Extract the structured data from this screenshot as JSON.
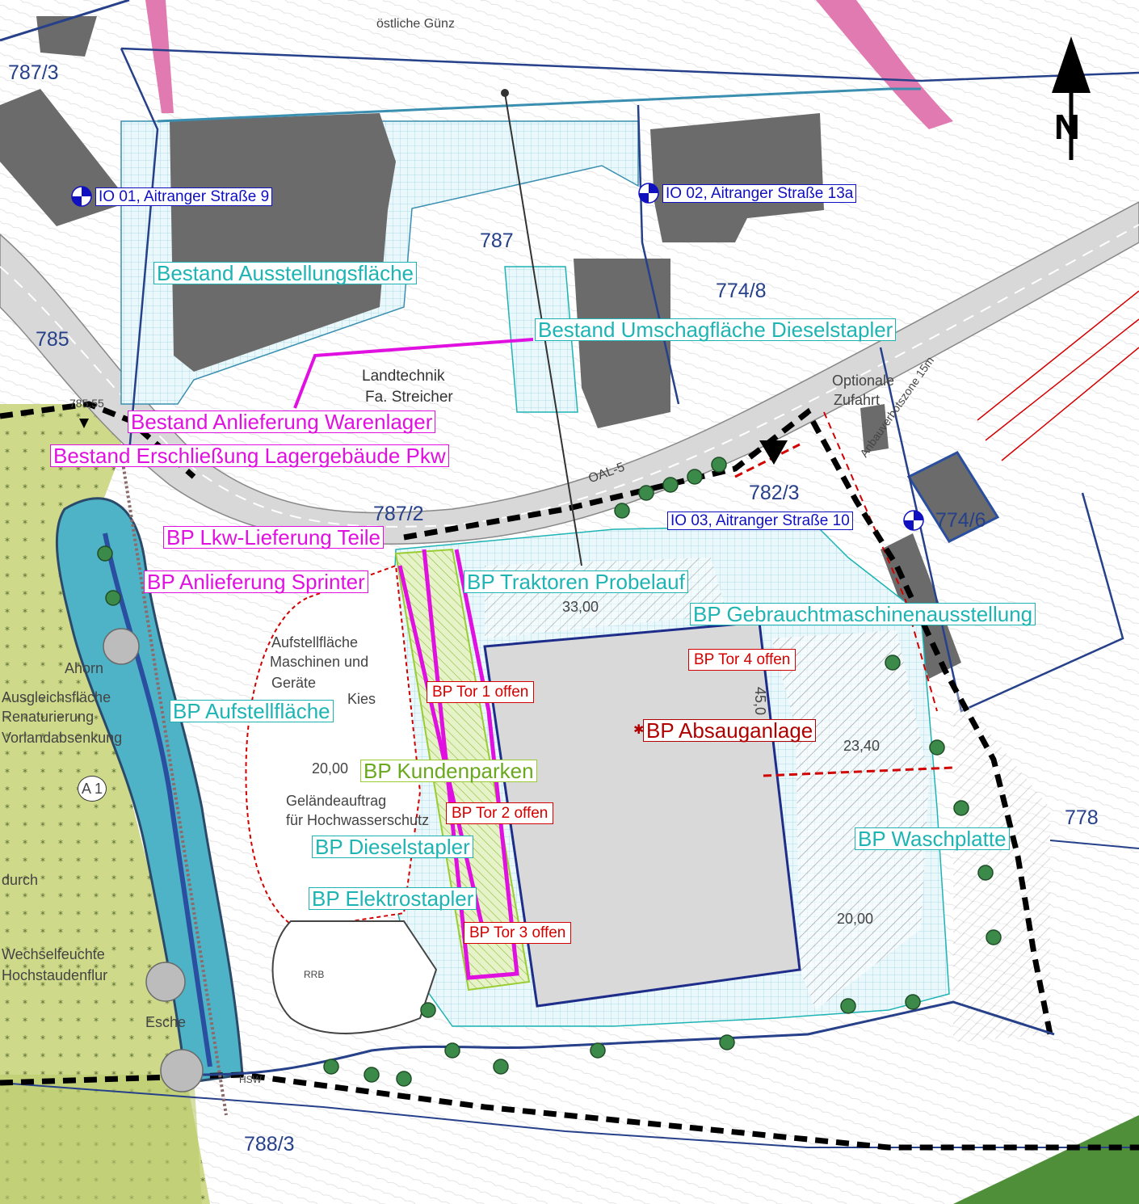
{
  "labels": {
    "bestand_ausstellungsflaeche": "Bestand Ausstellungsfläche",
    "bestand_umschlagflaeche": "Bestand Umschagfläche Dieselstapler",
    "bestand_anlieferung": "Bestand Anlieferung Warenlager",
    "bestand_erschliessung": "Bestand Erschließung Lagergebäude Pkw",
    "bp_lkw": "BP Lkw-Lieferung Teile",
    "bp_sprinter": "BP Anlieferung Sprinter",
    "bp_traktoren": "BP Traktoren Probelauf",
    "bp_gebrauchtmaschinen": "BP Gebrauchtmaschinenausstellung",
    "bp_aufstellflaeche": "BP  Aufstellfläche",
    "bp_kundenparken": "BP Kundenparken",
    "bp_dieselstapler": "BP Dieselstapler",
    "bp_elektrostapler": "BP Elektrostapler",
    "bp_waschplatte": "BP Waschplatte",
    "bp_absauganlage": "BP Absauganlage",
    "bp_tor1": "BP Tor 1 offen",
    "bp_tor2": "BP Tor 2 offen",
    "bp_tor3": "BP Tor 3 offen",
    "bp_tor4": "BP Tor 4 offen"
  },
  "receivers": {
    "io01": "IO 01, Aitranger Straße 9",
    "io02": "IO 02, Aitranger Straße 13a",
    "io03": "IO 03, Aitranger Straße 10"
  },
  "parcels": {
    "p787_3": "787/3",
    "p787": "787",
    "p774_8": "774/8",
    "p785": "785",
    "p787_2": "787/2",
    "p782_3": "782/3",
    "p774_6": "774/6",
    "p778": "778",
    "p788_3": "788/3"
  },
  "map_text": {
    "oestliche_guenz": "östliche Günz",
    "landtechnik_1": "Landtechnik",
    "landtechnik_2": "Fa. Streicher",
    "optionale_1": "Optionale",
    "optionale_2": "Zufahrt",
    "anbauverbot": "Anbauverbotszone 15m",
    "dal5": "OAL-5",
    "aufstell_1": "Aufstellfläche",
    "aufstell_2": "Maschinen und",
    "aufstell_3": "Geräte",
    "kies": "Kies",
    "gelaende_1": "Geländeauftrag",
    "gelaende_2": "für Hochwasserschutz",
    "h2000a": "20,00",
    "h2000b": "20,00",
    "h3300": "33,00",
    "h2340": "23,40",
    "h4500": "45,0",
    "h78550": "785,55",
    "ahorn": "Ahorn",
    "ausgleich_1": "Ausgleichsfläche",
    "ausgleich_2": "Renaturierung",
    "ausgleich_3": "Vorlandabsenkung",
    "durch": "durch",
    "wechsel_1": "Wechselfeuchte",
    "wechsel_2": "Hochstaudenflur",
    "esche": "Esche",
    "a1": "A 1",
    "rrb": "RRB",
    "hsw": "HSW"
  },
  "north_arrow": "N",
  "colors": {
    "teal": "#1fb4b4",
    "magenta": "#e010e0",
    "green": "#9acd32",
    "red": "#d40000",
    "receiver_blue": "#1010c0",
    "parcel_blue": "#26408a",
    "building_grey": "#6b6b6b",
    "hall_grey": "#d9d9d9",
    "road_grey": "#d8d8d8",
    "water_blue": "#4fb3c8",
    "meadow_green": "#cfd98a"
  }
}
